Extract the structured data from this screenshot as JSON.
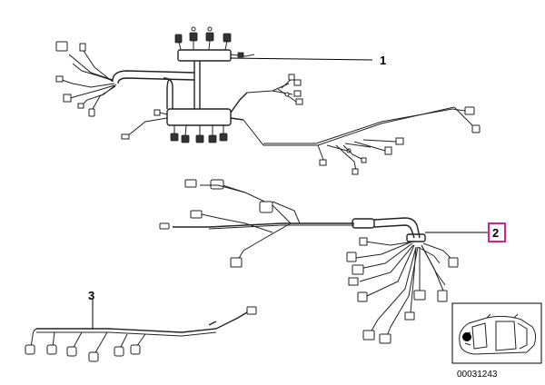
{
  "callouts": [
    {
      "id": "1",
      "label": "1"
    },
    {
      "id": "2",
      "label": "2",
      "highlighted": true
    },
    {
      "id": "3",
      "label": "3"
    }
  ],
  "part_number": "00031243",
  "colors": {
    "line": "#222222",
    "highlight": "#e0208a",
    "background": "#ffffff"
  },
  "inset": {
    "icon": "car-top-view-icon",
    "marker": "location-dot"
  }
}
